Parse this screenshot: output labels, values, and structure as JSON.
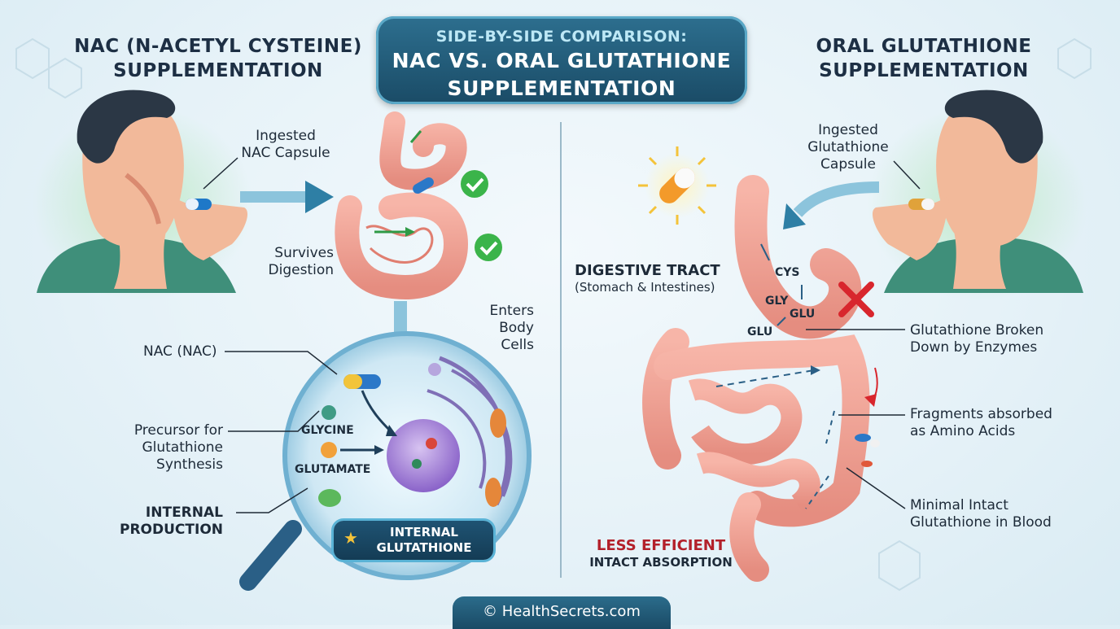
{
  "banner": {
    "subtitle": "SIDE-BY-SIDE COMPARISON:",
    "title_line1": "NAC VS. ORAL GLUTATHIONE",
    "title_line2": "SUPPLEMENTATION"
  },
  "left": {
    "title_line1": "NAC (N-ACETYL CYSTEINE)",
    "title_line2": "SUPPLEMENTATION",
    "ingested_line1": "Ingested",
    "ingested_line2": "NAC Capsule",
    "survives_line1": "Survives",
    "survives_line2": "Digestion",
    "enters_line1": "Enters",
    "enters_line2": "Body",
    "enters_line3": "Cells",
    "nac_label": "NAC (NAC)",
    "precursor_line1": "Precursor for",
    "precursor_line2": "Glutathione",
    "precursor_line3": "Synthesis",
    "glycine": "GLYCINE",
    "glutamate": "GLUTAMATE",
    "internal_line1": "INTERNAL",
    "internal_line2": "PRODUCTION",
    "badge_line1": "INTERNAL",
    "badge_line2": "GLUTATHIONE"
  },
  "right": {
    "title_line1": "ORAL GLUTATHIONE",
    "title_line2": "SUPPLEMENTATION",
    "ingested_line1": "Ingested",
    "ingested_line2": "Glutathione",
    "ingested_line3": "Capsule",
    "tract_line1": "DIGESTIVE TRACT",
    "tract_line2": "(Stomach & Intestines)",
    "cys": "CYS",
    "gly": "GLY",
    "glu1": "GLU",
    "glu2": "GLU",
    "broken_line1": "Glutathione Broken",
    "broken_line2": "Down by Enzymes",
    "fragments_line1": "Fragments absorbed",
    "fragments_line2": "as Amino Acids",
    "minimal_line1": "Minimal Intact",
    "minimal_line2": "Glutathione in Blood",
    "less_efficient": "LESS EFFICIENT",
    "intact_absorption": "INTACT ABSORPTION"
  },
  "footer": {
    "text": "© HealthSecrets.com"
  },
  "colors": {
    "banner": "#1a4b66",
    "accent": "#2d6f8f",
    "check": "#3bb44a",
    "cross": "#d8262d",
    "gut": "#f0a79a"
  }
}
